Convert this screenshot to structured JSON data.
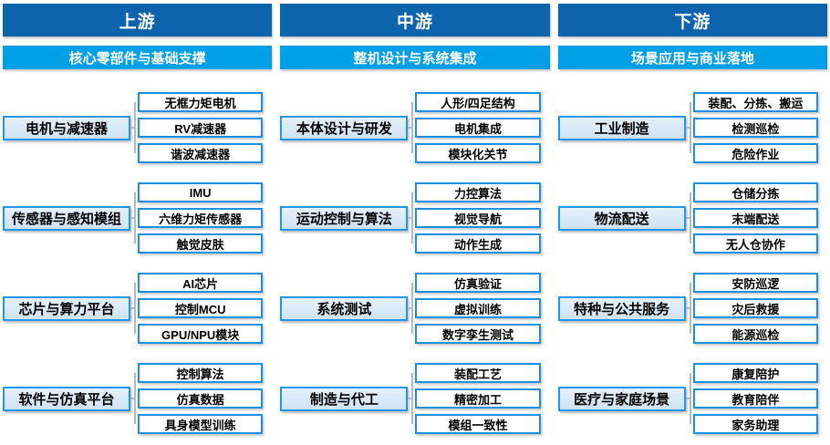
{
  "colors": {
    "header_bg": "#0e63ad",
    "subtitle_bg": "#00a0e9",
    "category_border": "#2196ed",
    "item_border": "#1b8fe0",
    "connector": "#b4b9be"
  },
  "columns": [
    {
      "header": "上游",
      "subtitle": "核心零部件与基础支撑",
      "groups": [
        {
          "category": "电机与减速器",
          "items": [
            "无框力矩电机",
            "RV减速器",
            "谐波减速器"
          ]
        },
        {
          "category": "传感器与感知模组",
          "items": [
            "IMU",
            "六维力矩传感器",
            "触觉皮肤"
          ]
        },
        {
          "category": "芯片与算力平台",
          "items": [
            "AI芯片",
            "控制MCU",
            "GPU/NPU模块"
          ]
        },
        {
          "category": "软件与仿真平台",
          "items": [
            "控制算法",
            "仿真数据",
            "具身模型训练"
          ]
        }
      ]
    },
    {
      "header": "中游",
      "subtitle": "整机设计与系统集成",
      "groups": [
        {
          "category": "本体设计与研发",
          "items": [
            "人形/四足结构",
            "电机集成",
            "模块化关节"
          ]
        },
        {
          "category": "运动控制与算法",
          "items": [
            "力控算法",
            "视觉导航",
            "动作生成"
          ]
        },
        {
          "category": "系统测试",
          "items": [
            "仿真验证",
            "虚拟训练",
            "数字孪生测试"
          ]
        },
        {
          "category": "制造与代工",
          "items": [
            "装配工艺",
            "精密加工",
            "模组一致性"
          ]
        }
      ]
    },
    {
      "header": "下游",
      "subtitle": "场景应用与商业落地",
      "groups": [
        {
          "category": "工业制造",
          "items": [
            "装配、分拣、搬运",
            "检测巡检",
            "危险作业"
          ]
        },
        {
          "category": "物流配送",
          "items": [
            "仓储分拣",
            "末端配送",
            "无人仓协作"
          ]
        },
        {
          "category": "特种与公共服务",
          "items": [
            "安防巡逻",
            "灾后救援",
            "能源巡检"
          ]
        },
        {
          "category": "医疗与家庭场景",
          "items": [
            "康复陪护",
            "教育陪伴",
            "家务助理"
          ]
        }
      ]
    }
  ]
}
